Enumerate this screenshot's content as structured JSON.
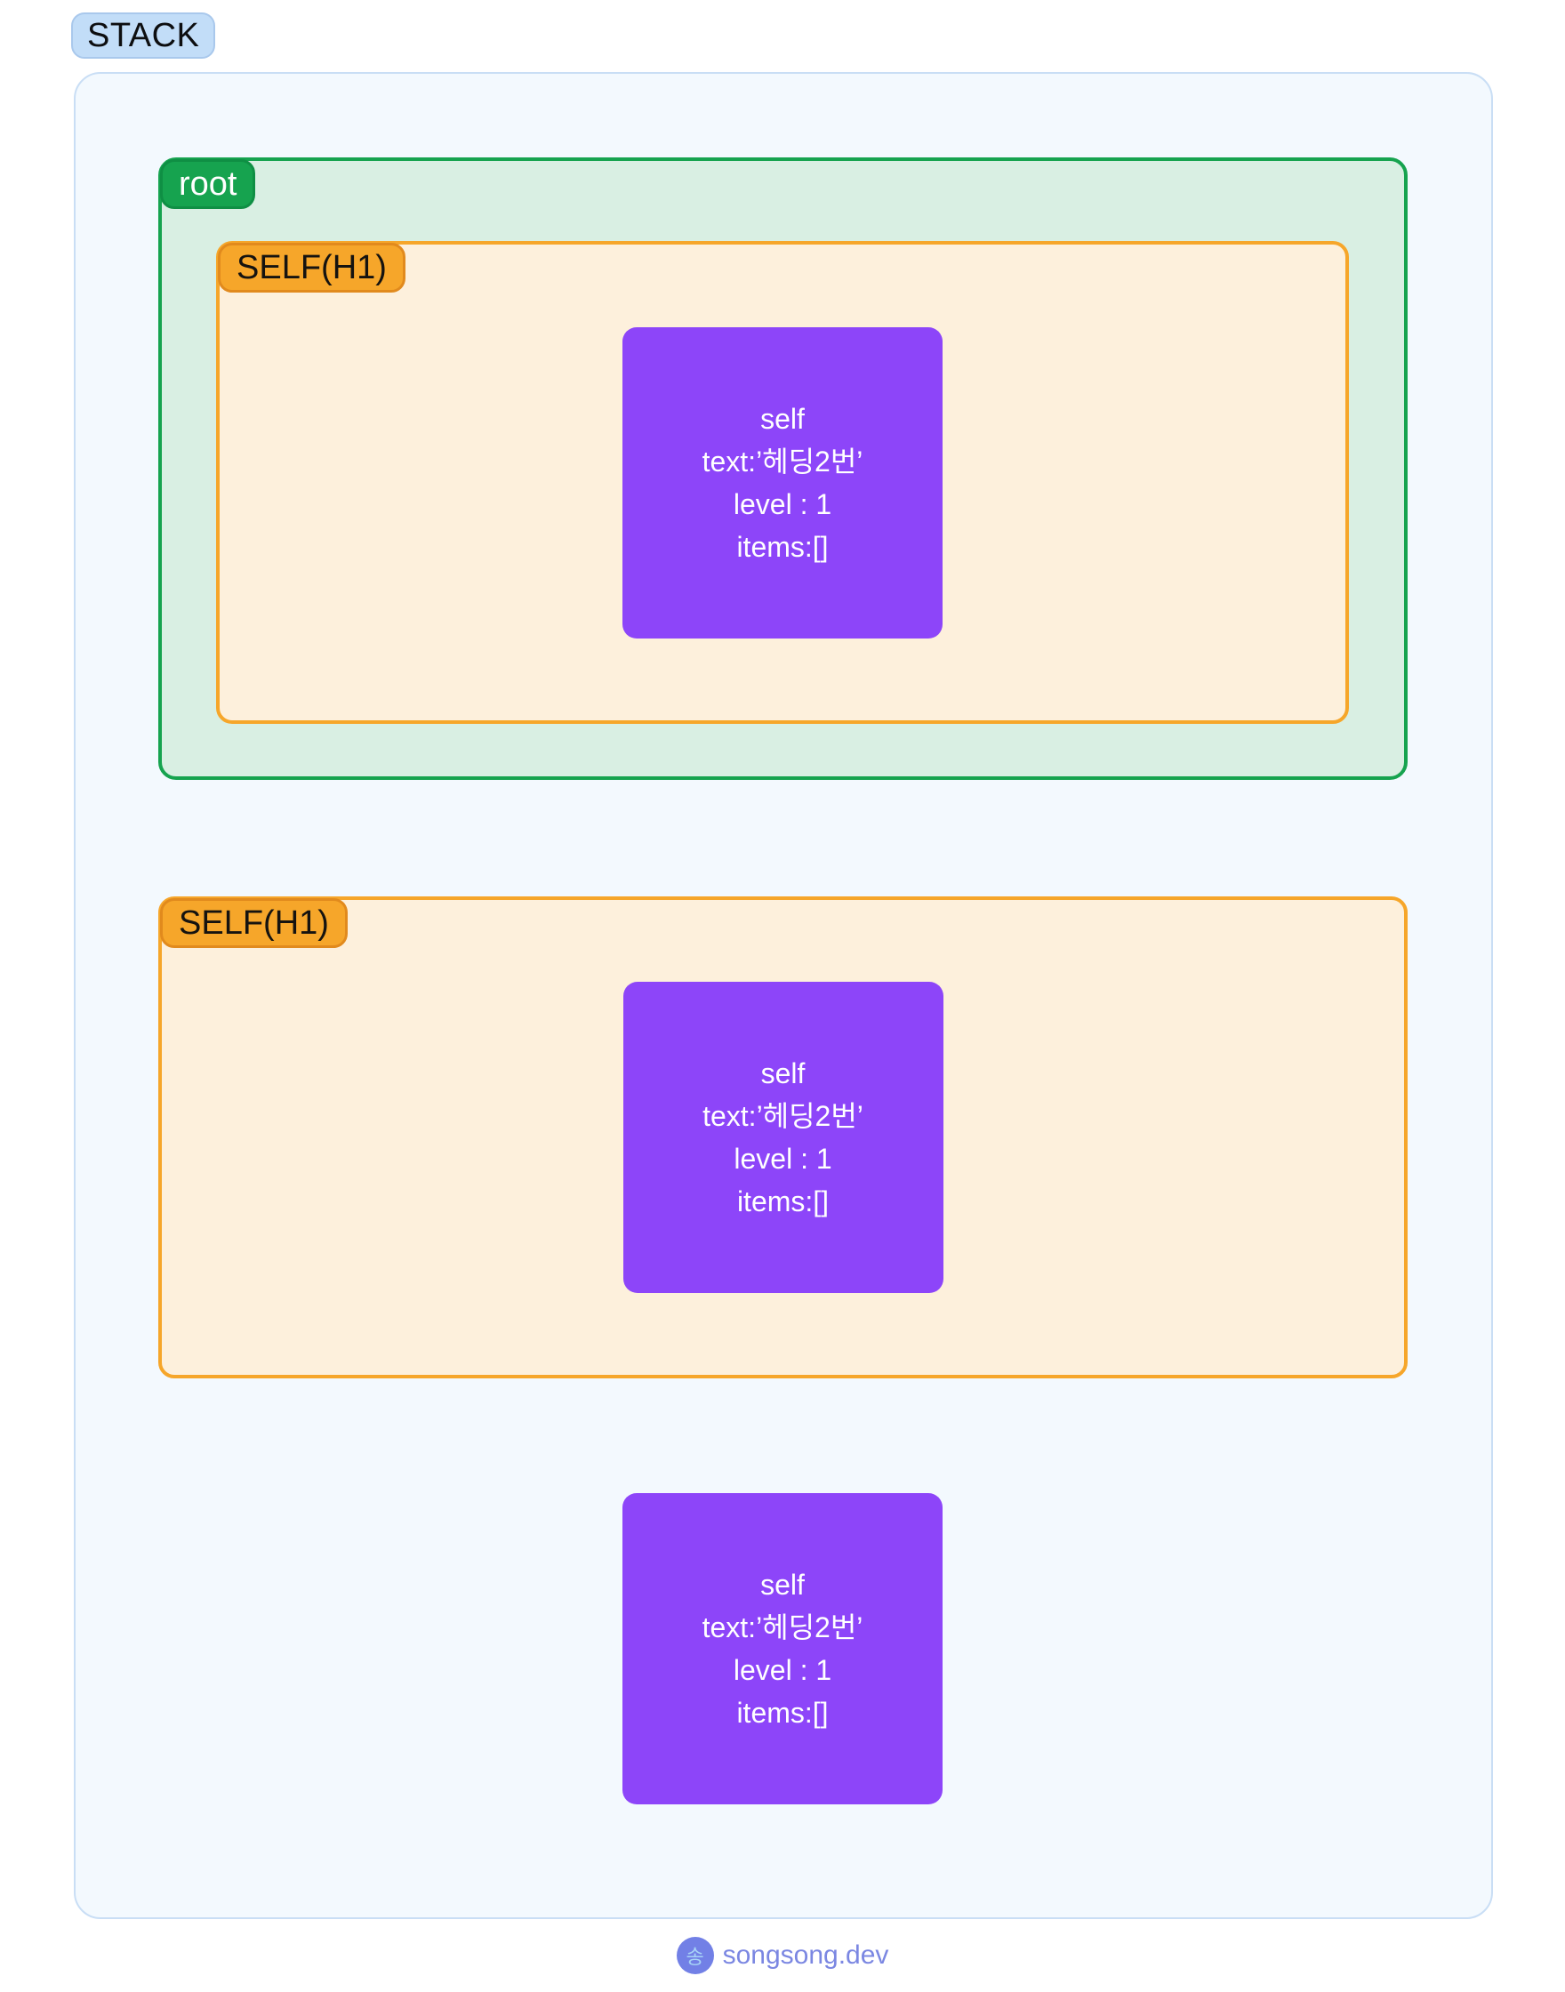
{
  "stack_badge": {
    "label": "STACK"
  },
  "canvas": {
    "root_group": {
      "badge_label": "root"
    },
    "self_group_1": {
      "badge_label": "SELF(H1)"
    },
    "self_group_2": {
      "badge_label": "SELF(H1)"
    },
    "nodes": [
      {
        "lines": [
          "self",
          "text:’헤딩2번’",
          "level : 1",
          "items:[]"
        ]
      },
      {
        "lines": [
          "self",
          "text:’헤딩2번’",
          "level : 1",
          "items:[]"
        ]
      },
      {
        "lines": [
          "self",
          "text:’헤딩2번’",
          "level : 1",
          "items:[]"
        ]
      }
    ]
  },
  "footer": {
    "logo_char": "송",
    "site_name": "songsong.dev"
  },
  "colors": {
    "stack_badge_bg": "#c2ddf8",
    "canvas_bg": "#f3f9fe",
    "canvas_border": "#c9def5",
    "green_border": "#16a34f",
    "green_bg": "#d9efe3",
    "orange_border": "#f6a62a",
    "orange_bg": "#fdf0dc",
    "node_bg": "#8d45f9",
    "node_text": "#ffffff",
    "footer_accent": "#7b87e2"
  }
}
